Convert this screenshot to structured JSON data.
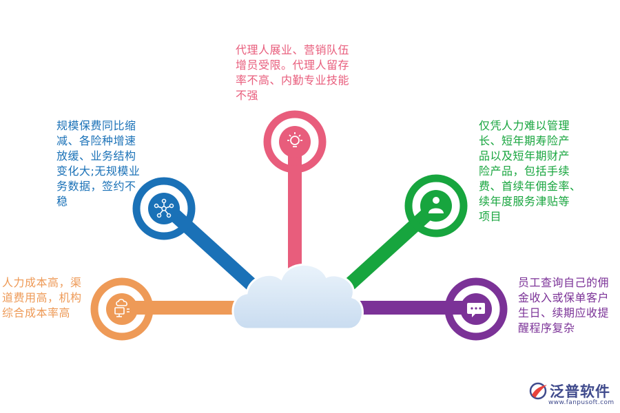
{
  "colors": {
    "red": "#e85d7c",
    "blue": "#1a71b7",
    "green": "#17a53e",
    "orange": "#ee9a57",
    "purple": "#7b3297",
    "cloud": "#d6e6f6",
    "logo": "#3f4a8c"
  },
  "nodes": {
    "red": {
      "icon": "lightbulb-icon",
      "text": "代理人展业、营销队伍\n增员受限。代理人留存\n率不高、内勤专业技能\n不强"
    },
    "blue": {
      "icon": "network-icon",
      "text": "规模保费同比缩\n减、各险种增速\n放缓、业务结构\n变化大;无规模业\n务数据，签约不\n稳"
    },
    "green": {
      "icon": "person-icon",
      "text": "仅凭人力难以管理\n长、短年期寿险产\n品以及短年期财产\n险产品，包括手续\n费、首续年佣金率、\n续年度服务津贴等\n项目"
    },
    "orange": {
      "icon": "cloud-computer-icon",
      "text": "人力成本高，渠\n道费用高，机构\n综合成本率高"
    },
    "purple": {
      "icon": "chat-bubble-icon",
      "text": "员工查询自己的佣\n金收入或保单客户\n生日、续期应收提\n醒程序复杂"
    }
  },
  "logo": {
    "name": "泛普软件",
    "url": "www.fanpusoft.com"
  }
}
